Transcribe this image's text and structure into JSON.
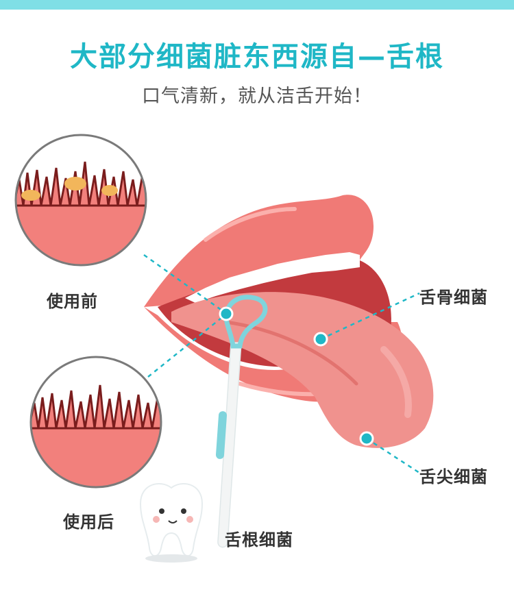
{
  "header": {
    "title": "大部分细菌脏东西源自—舌根",
    "subtitle": "口气清新，就从洁舌开始！"
  },
  "labels": {
    "before": "使用前",
    "after": "使用后",
    "tongue_middle": "舌骨细菌",
    "tongue_tip": "舌尖细菌",
    "tongue_root": "舌根细菌"
  },
  "colors": {
    "accent": "#1fb7c6",
    "lips": "#f07a76",
    "tongue": "#f0928e",
    "plaque": "#f2b65b"
  }
}
